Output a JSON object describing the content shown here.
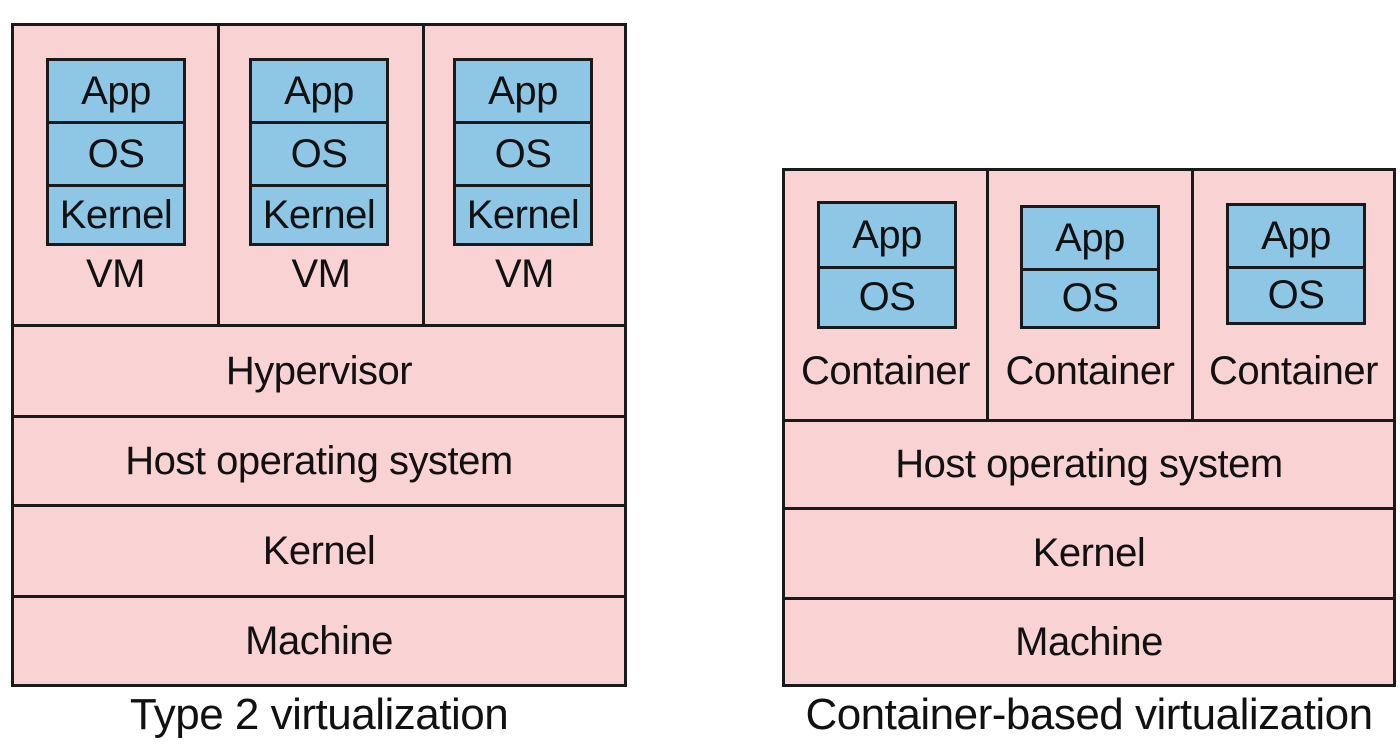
{
  "colors": {
    "layer_fill": "#f9d3d4",
    "guest_fill": "#8ec7e6",
    "border": "#1a1a1a"
  },
  "type2": {
    "caption": "Type 2 virtualization",
    "vms": [
      {
        "app": "App",
        "os": "OS",
        "kernel": "Kernel",
        "label": "VM"
      },
      {
        "app": "App",
        "os": "OS",
        "kernel": "Kernel",
        "label": "VM"
      },
      {
        "app": "App",
        "os": "OS",
        "kernel": "Kernel",
        "label": "VM"
      }
    ],
    "layers": [
      "Hypervisor",
      "Host operating system",
      "Kernel",
      "Machine"
    ]
  },
  "container": {
    "caption": "Container-based virtualization",
    "containers": [
      {
        "app": "App",
        "os": "OS",
        "label": "Container"
      },
      {
        "app": "App",
        "os": "OS",
        "label": "Container"
      },
      {
        "app": "App",
        "os": "OS",
        "label": "Container"
      }
    ],
    "layers": [
      "Host operating system",
      "Kernel",
      "Machine"
    ]
  }
}
